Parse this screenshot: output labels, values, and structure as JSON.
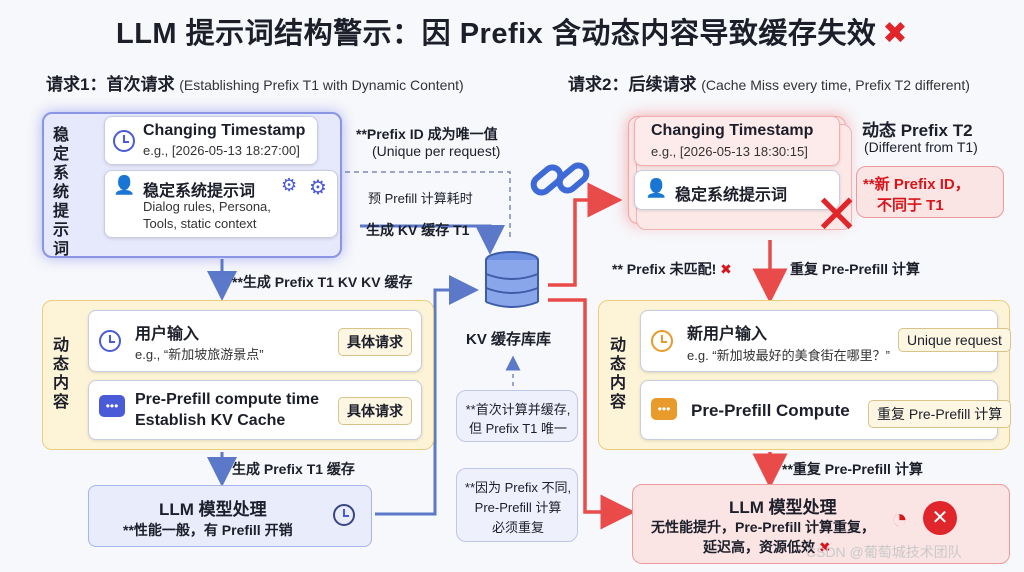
{
  "title": "LLM 提示词结构警示：因 Prefix 含动态内容导致缓存失效",
  "left": {
    "heading": "请求1：首次请求",
    "heading_sub": "(Establishing Prefix T1 with Dynamic Content)",
    "stable_label": "稳定系统提示词",
    "timestamp_title": "Changing Timestamp",
    "timestamp_value": "e.g., [2026-05-13 18:27:00]",
    "system_title": "稳定系统提示词",
    "system_desc_1": "Dialog rules, Persona,",
    "system_desc_2": "Tools, static context",
    "prefix_note_1": "**Prefix ID 成为唯一值",
    "prefix_note_2": "(Unique per request)",
    "prefill_note": "预 Prefill 计算耗时",
    "kv_note": "生成 KV 缓存 T1",
    "gen_prefix": "**生成 Prefix T1 KV KV 缓存",
    "dynamic_label": "动态内容",
    "user_title": "用户输入",
    "user_value": "e.g., “新加坡旅游景点”",
    "user_tag": "具体请求",
    "prefill_title_1": "Pre-Prefill compute time",
    "prefill_title_2": "Establish KV Cache",
    "prefill_tag": "具体请求",
    "gen_cache": "生成 Prefix T1 缓存",
    "llm_title": "LLM 模型处理",
    "llm_desc": "**性能一般，有 Prefill 开销"
  },
  "center": {
    "kv_label": "KV 缓存库库",
    "note1_1": "**首次计算并缓存,",
    "note1_2": "但 Prefix T1 唯一",
    "note2_1": "**因为 Prefix 不同,",
    "note2_2": "Pre-Prefill 计算",
    "note2_3": "必须重复"
  },
  "right": {
    "heading": "请求2：后续请求",
    "heading_sub": "(Cache Miss every time, Prefix T2 different)",
    "timestamp_title": "Changing Timestamp",
    "timestamp_value": "e.g., [2026-05-13 18:30:15]",
    "system_title": "稳定系统提示词",
    "dyn_prefix": "动态 Prefix T2",
    "dyn_prefix_sub": "(Different from T1)",
    "new_prefix_1": "**新 Prefix ID，",
    "new_prefix_2": "不同于 T1",
    "mismatch": "** Prefix 未匹配!",
    "repeat_prefill": "重复 Pre-Prefill 计算",
    "dynamic_label": "动态内容",
    "user_title": "新用户输入",
    "user_value": "e.g. “新加坡最好的美食街在哪里？”",
    "user_tag": "Unique request",
    "compute_title": "Pre-Prefill Compute",
    "compute_tag": "重复 Pre-Prefill 计算",
    "repeat_note": "**重复 Pre-Prefill 计算",
    "llm_title": "LLM 模型处理",
    "llm_desc_1": "无性能提升，Pre-Prefill 计算重复，",
    "llm_desc_2": "延迟高，资源低效"
  },
  "watermark": "CSDN @葡萄城技术团队",
  "colors": {
    "accent_blue": "#4a5bd8",
    "error_red": "#e0252b",
    "arrow_blue": "#5b79c8",
    "arrow_red": "#e94a4a"
  }
}
